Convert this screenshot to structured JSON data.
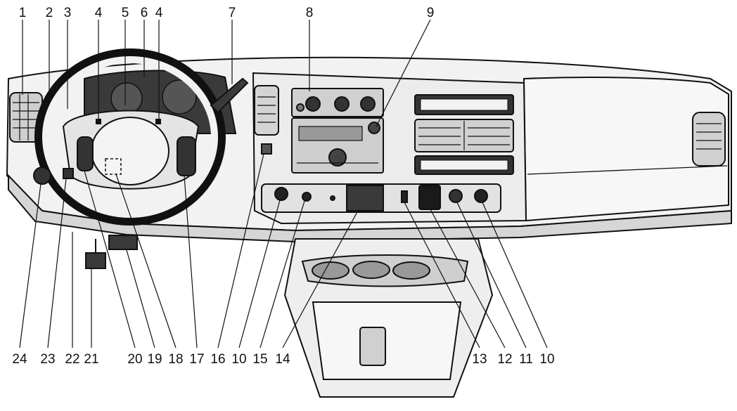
{
  "top_callouts": [
    {
      "id": "c1",
      "label": "1"
    },
    {
      "id": "c2",
      "label": "2"
    },
    {
      "id": "c3",
      "label": "3"
    },
    {
      "id": "c4a",
      "label": "4"
    },
    {
      "id": "c5",
      "label": "5"
    },
    {
      "id": "c6",
      "label": "6"
    },
    {
      "id": "c4b",
      "label": "4"
    },
    {
      "id": "c7",
      "label": "7"
    },
    {
      "id": "c8",
      "label": "8"
    },
    {
      "id": "c9",
      "label": "9"
    }
  ],
  "bottom_callouts": [
    {
      "id": "c24",
      "label": "24"
    },
    {
      "id": "c23",
      "label": "23"
    },
    {
      "id": "c22",
      "label": "22"
    },
    {
      "id": "c21",
      "label": "21"
    },
    {
      "id": "c20",
      "label": "20"
    },
    {
      "id": "c19",
      "label": "19"
    },
    {
      "id": "c18",
      "label": "18"
    },
    {
      "id": "c17",
      "label": "17"
    },
    {
      "id": "c16",
      "label": "16"
    },
    {
      "id": "c10a",
      "label": "10"
    },
    {
      "id": "c15",
      "label": "15"
    },
    {
      "id": "c14",
      "label": "14"
    },
    {
      "id": "c13",
      "label": "13"
    },
    {
      "id": "c12",
      "label": "12"
    },
    {
      "id": "c11",
      "label": "11"
    },
    {
      "id": "c10b",
      "label": "10"
    }
  ],
  "colors": {
    "line": "#111111",
    "panel_fill": "#f2f2f2",
    "panel_shade": "#d6d6d6",
    "dark_trim": "#3a3a3a",
    "black": "#1a1a1a"
  }
}
